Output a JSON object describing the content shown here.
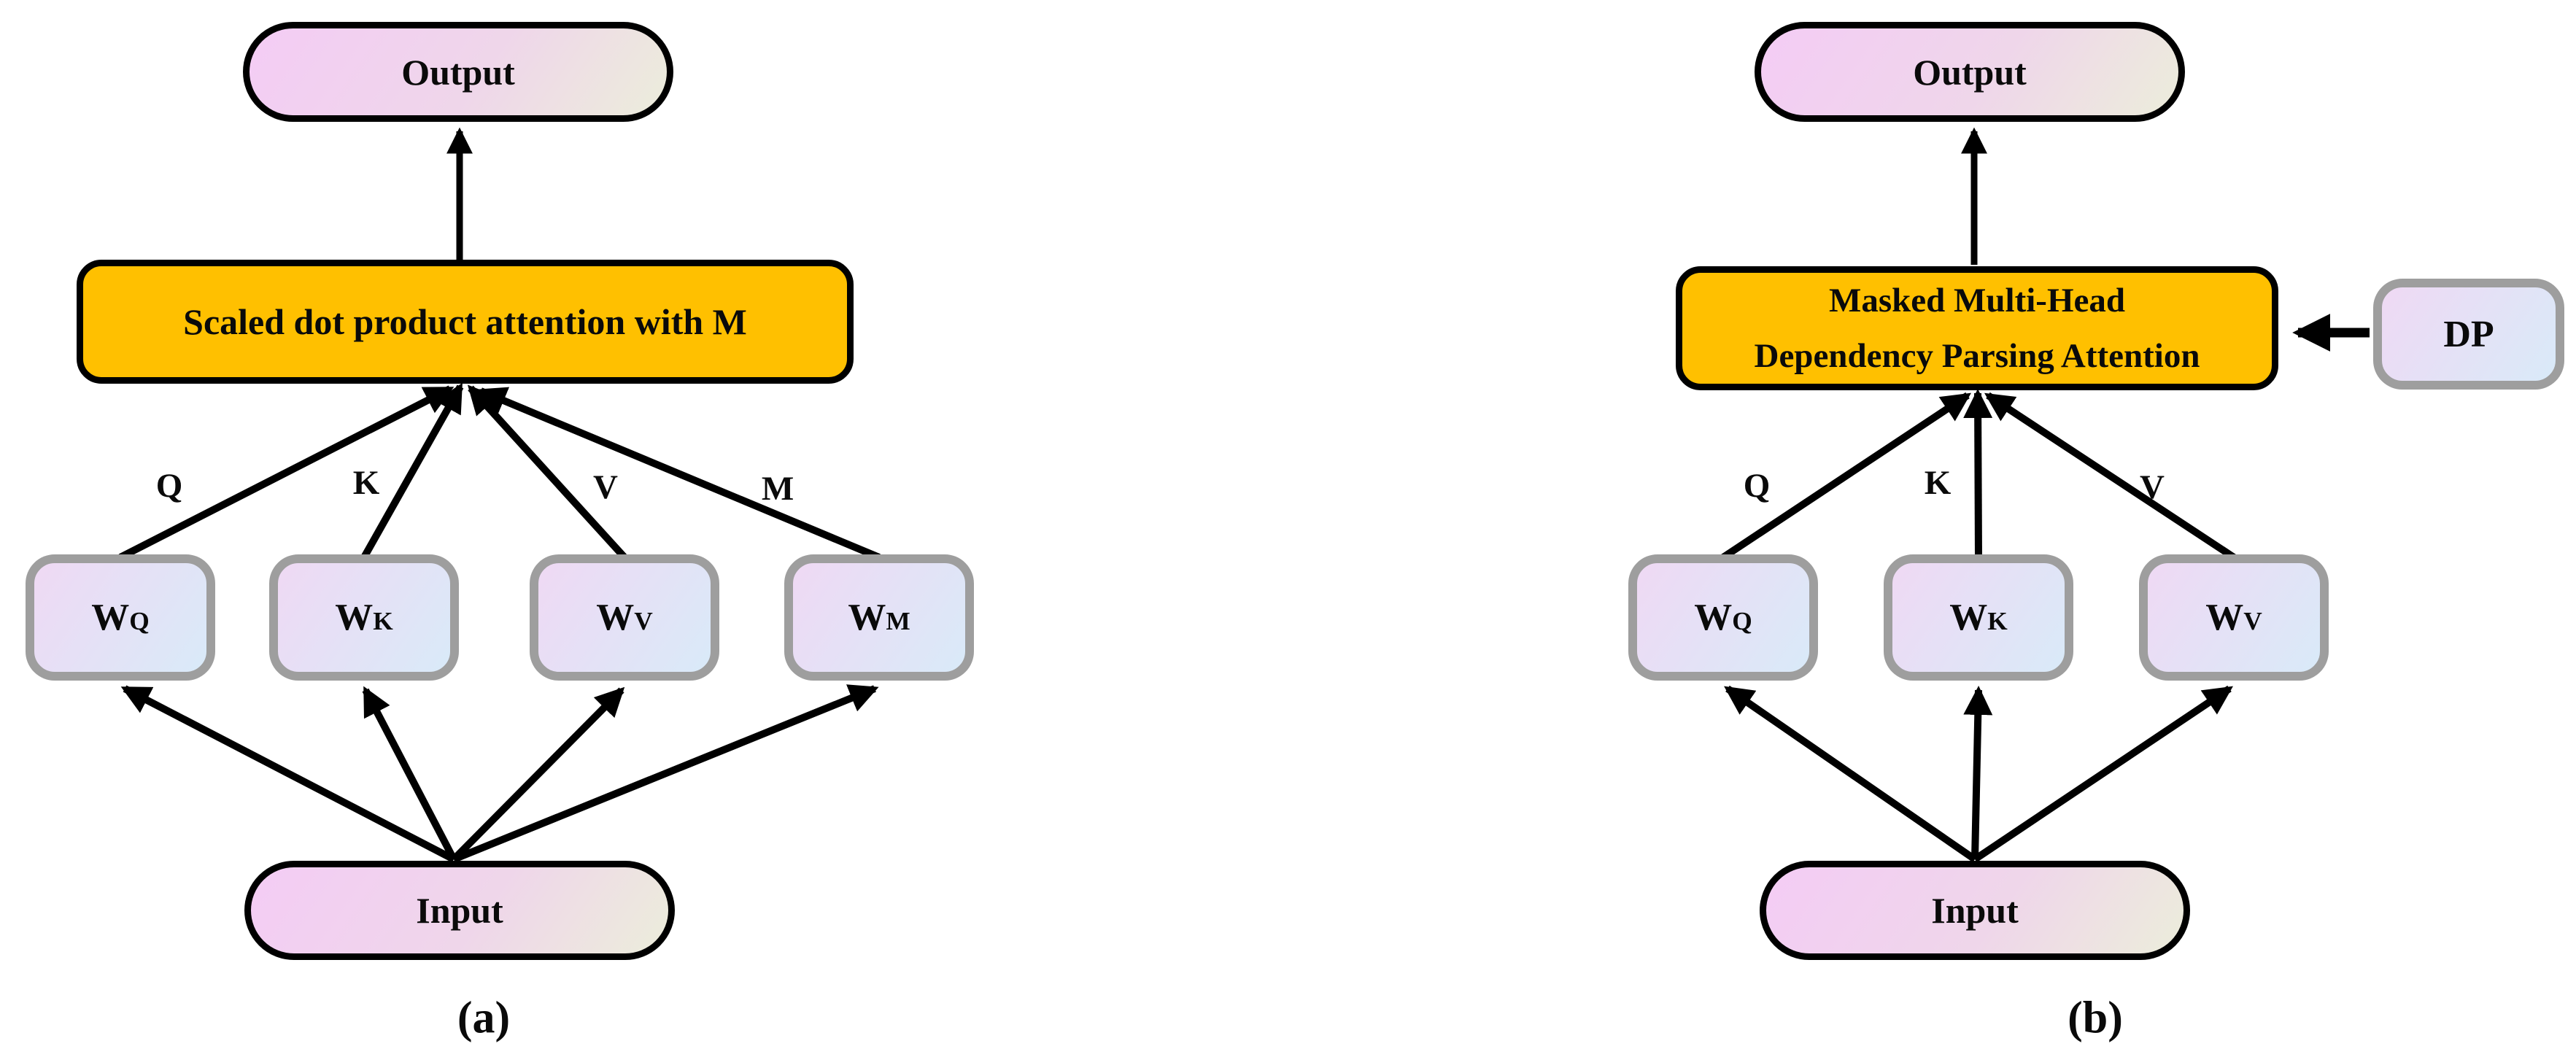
{
  "figure": {
    "colors": {
      "attention_fill": "#FFC000",
      "node_border_black": "#000000",
      "weight_border_gray": "#9E9E9E",
      "pill_gradient_start": "#F4CCF5",
      "pill_gradient_end": "#ECEDDB",
      "weight_gradient_start": "#EFD9F4",
      "weight_gradient_end": "#D9EAF8",
      "arrow_color": "#000000"
    },
    "panels": [
      {
        "id": "a",
        "caption": "(a)",
        "output_label": "Output",
        "attention_label": "Scaled dot product attention with M",
        "input_label": "Input",
        "weights": [
          {
            "base": "W",
            "sub": "Q"
          },
          {
            "base": "W",
            "sub": "K"
          },
          {
            "base": "W",
            "sub": "V"
          },
          {
            "base": "W",
            "sub": "M"
          }
        ],
        "edge_labels": [
          "Q",
          "K",
          "V",
          "M"
        ]
      },
      {
        "id": "b",
        "caption": "(b)",
        "output_label": "Output",
        "attention_label_line1": "Masked Multi-Head",
        "attention_label_line2": "Dependency Parsing Attention",
        "input_label": "Input",
        "dp_label": "DP",
        "weights": [
          {
            "base": "W",
            "sub": "Q"
          },
          {
            "base": "W",
            "sub": "K"
          },
          {
            "base": "W",
            "sub": "V"
          }
        ],
        "edge_labels": [
          "Q",
          "K",
          "V"
        ]
      }
    ]
  }
}
